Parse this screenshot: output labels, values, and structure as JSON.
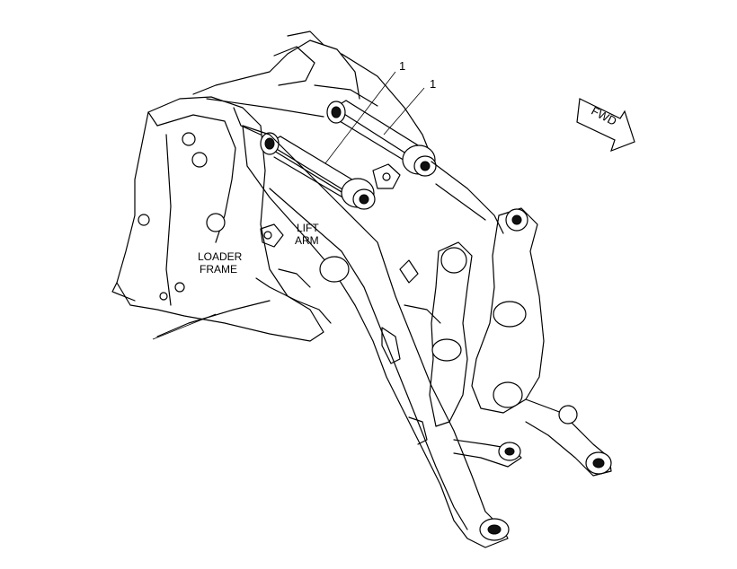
{
  "labels": {
    "loader_frame_line1": "LOADER",
    "loader_frame_line2": "FRAME",
    "lift_arm_line1": "LIFT",
    "lift_arm_line2": "ARM",
    "callout_left": "1",
    "callout_right": "1",
    "fwd": "FWD"
  },
  "colors": {
    "line": "#000000",
    "background": "#ffffff"
  }
}
